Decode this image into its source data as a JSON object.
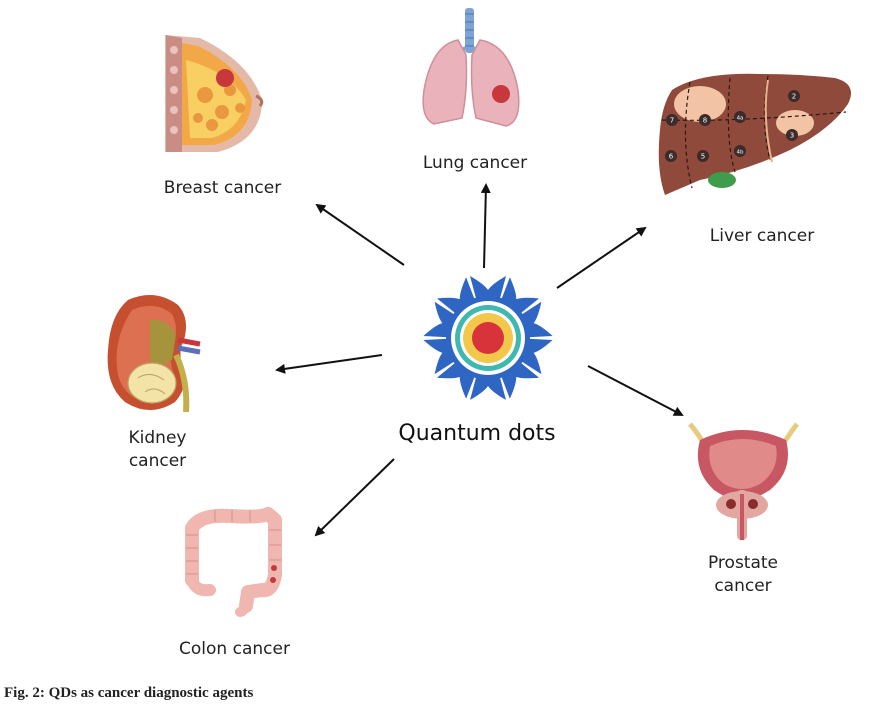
{
  "center": {
    "label": "Quantum dots"
  },
  "targets": [
    {
      "id": "breast",
      "label": "Breast cancer",
      "icon": "breast-icon"
    },
    {
      "id": "lung",
      "label": "Lung cancer",
      "icon": "lungs-icon"
    },
    {
      "id": "liver",
      "label": "Liver cancer",
      "icon": "liver-icon"
    },
    {
      "id": "kidney",
      "label_line1": "Kidney",
      "label_line2": "cancer",
      "icon": "kidney-icon"
    },
    {
      "id": "prostate",
      "label_line1": "Prostate",
      "label_line2": "cancer",
      "icon": "prostate-icon"
    },
    {
      "id": "colon",
      "label": "Colon cancer",
      "icon": "colon-icon"
    }
  ],
  "liver_segments": [
    "2",
    "3",
    "4a",
    "4b",
    "5",
    "6",
    "7",
    "8"
  ],
  "caption": "Fig. 2: QDs as cancer diagnostic agents",
  "colors": {
    "qd_shell": "#2f66c4",
    "qd_ring_teal": "#3fb8b0",
    "qd_ring_yellow": "#f2c84b",
    "qd_core": "#d8333a",
    "tumor": "#c8373b",
    "arrow": "#111111"
  }
}
